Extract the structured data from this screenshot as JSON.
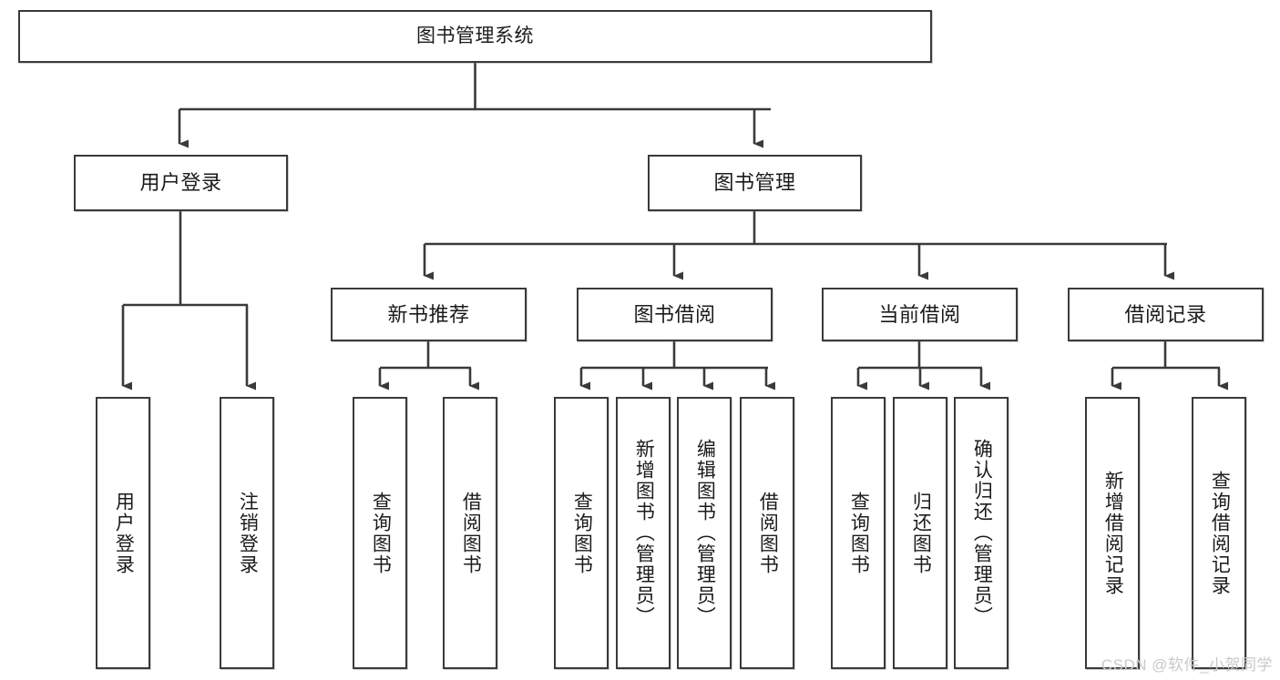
{
  "diagram": {
    "type": "tree-hierarchy",
    "title": "图书管理系统",
    "watermark": "CSDN @软件_小贺同学",
    "colors": {
      "box_border": "#3a3a3a",
      "box_fill": "#ffffff",
      "connector": "#3a3a3a",
      "text": "#1b1b1b",
      "watermark": "#c9c9c9",
      "background": "#ffffff"
    },
    "nodes": {
      "root": {
        "label": "图书管理系统",
        "level": 0,
        "orientation": "horizontal"
      },
      "user_login": {
        "label": "用户登录",
        "level": 1,
        "orientation": "horizontal"
      },
      "book_manage": {
        "label": "图书管理",
        "level": 1,
        "orientation": "horizontal"
      },
      "new_book_rec": {
        "label": "新书推荐",
        "level": 2,
        "orientation": "horizontal"
      },
      "book_borrow": {
        "label": "图书借阅",
        "level": 2,
        "orientation": "horizontal"
      },
      "current_borrow": {
        "label": "当前借阅",
        "level": 2,
        "orientation": "horizontal"
      },
      "borrow_record": {
        "label": "借阅记录",
        "level": 2,
        "orientation": "horizontal"
      },
      "leaf_user_login": {
        "label": "用户登录",
        "level": 3,
        "orientation": "vertical"
      },
      "leaf_logout": {
        "label": "注销登录",
        "level": 3,
        "orientation": "vertical"
      },
      "leaf_query_book_1": {
        "label": "查询图书",
        "level": 3,
        "orientation": "vertical"
      },
      "leaf_borrow_book_1": {
        "label": "借阅图书",
        "level": 3,
        "orientation": "vertical"
      },
      "leaf_query_book_2": {
        "label": "查询图书",
        "level": 3,
        "orientation": "vertical"
      },
      "leaf_add_book": {
        "label": "新增图书（管理员）",
        "level": 3,
        "orientation": "vertical"
      },
      "leaf_edit_book": {
        "label": "编辑图书（管理员）",
        "level": 3,
        "orientation": "vertical"
      },
      "leaf_borrow_book_2": {
        "label": "借阅图书",
        "level": 3,
        "orientation": "vertical"
      },
      "leaf_query_book_3": {
        "label": "查询图书",
        "level": 3,
        "orientation": "vertical"
      },
      "leaf_return_book": {
        "label": "归还图书",
        "level": 3,
        "orientation": "vertical"
      },
      "leaf_confirm_return": {
        "label": "确认归还（管理员）",
        "level": 3,
        "orientation": "vertical"
      },
      "leaf_add_record": {
        "label": "新增借阅记录",
        "level": 3,
        "orientation": "vertical"
      },
      "leaf_query_record": {
        "label": "查询借阅记录",
        "level": 3,
        "orientation": "vertical"
      }
    },
    "edges": [
      {
        "from": "root",
        "to": "user_login"
      },
      {
        "from": "root",
        "to": "book_manage"
      },
      {
        "from": "book_manage",
        "to": "new_book_rec"
      },
      {
        "from": "book_manage",
        "to": "book_borrow"
      },
      {
        "from": "book_manage",
        "to": "current_borrow"
      },
      {
        "from": "book_manage",
        "to": "borrow_record"
      },
      {
        "from": "user_login",
        "to": "leaf_user_login"
      },
      {
        "from": "user_login",
        "to": "leaf_logout"
      },
      {
        "from": "new_book_rec",
        "to": "leaf_query_book_1"
      },
      {
        "from": "new_book_rec",
        "to": "leaf_borrow_book_1"
      },
      {
        "from": "book_borrow",
        "to": "leaf_query_book_2"
      },
      {
        "from": "book_borrow",
        "to": "leaf_add_book"
      },
      {
        "from": "book_borrow",
        "to": "leaf_edit_book"
      },
      {
        "from": "book_borrow",
        "to": "leaf_borrow_book_2"
      },
      {
        "from": "current_borrow",
        "to": "leaf_query_book_3"
      },
      {
        "from": "current_borrow",
        "to": "leaf_return_book"
      },
      {
        "from": "current_borrow",
        "to": "leaf_confirm_return"
      },
      {
        "from": "borrow_record",
        "to": "leaf_add_record"
      },
      {
        "from": "borrow_record",
        "to": "leaf_query_record"
      }
    ]
  }
}
